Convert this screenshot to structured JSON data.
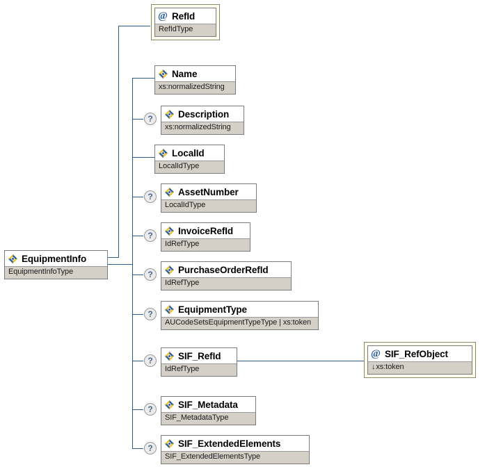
{
  "diagram": {
    "type": "xml-schema-tree",
    "root": {
      "name": "EquipmentInfo",
      "type": "EquipmentInfoType",
      "icon": "element-icon",
      "optional": false
    },
    "attributes": [
      {
        "name": "RefId",
        "type": "RefIdType",
        "icon": "attribute-icon",
        "optional": false
      }
    ],
    "elements": [
      {
        "name": "Name",
        "type": "xs:normalizedString",
        "icon": "element-icon",
        "optional": false
      },
      {
        "name": "Description",
        "type": "xs:normalizedString",
        "icon": "element-icon",
        "optional": true
      },
      {
        "name": "LocalId",
        "type": "LocalIdType",
        "icon": "element-icon",
        "optional": false
      },
      {
        "name": "AssetNumber",
        "type": "LocalIdType",
        "icon": "element-icon",
        "optional": true
      },
      {
        "name": "InvoiceRefId",
        "type": "IdRefType",
        "icon": "element-icon",
        "optional": true
      },
      {
        "name": "PurchaseOrderRefId",
        "type": "IdRefType",
        "icon": "element-icon",
        "optional": true
      },
      {
        "name": "EquipmentType",
        "type": "AUCodeSetsEquipmentTypeType | xs:token",
        "icon": "element-icon",
        "optional": true
      },
      {
        "name": "SIF_RefId",
        "type": "IdRefType",
        "icon": "element-icon",
        "optional": true
      },
      {
        "name": "SIF_Metadata",
        "type": "SIF_MetadataType",
        "icon": "element-icon",
        "optional": true
      },
      {
        "name": "SIF_ExtendedElements",
        "type": "SIF_ExtendedElementsType",
        "icon": "element-icon",
        "optional": true
      }
    ],
    "child_attributes": [
      {
        "name": "SIF_RefObject",
        "type": "xs:token",
        "type_prefix": "↓",
        "icon": "attribute-icon",
        "optional": false,
        "parent": "SIF_RefId"
      }
    ],
    "marker_optional": "?",
    "colors": {
      "line": "#2d5c8a",
      "type_bar": "#d4d0c8",
      "attr_frame": "#fdfcef",
      "attr_frame_border": "#8a8a6a",
      "node_border": "#7a7a7a",
      "icon_blue": "#2a5d9e",
      "icon_yellow": "#f2c12e",
      "marker_bg": "#ebebeb",
      "text": "#000000"
    }
  }
}
